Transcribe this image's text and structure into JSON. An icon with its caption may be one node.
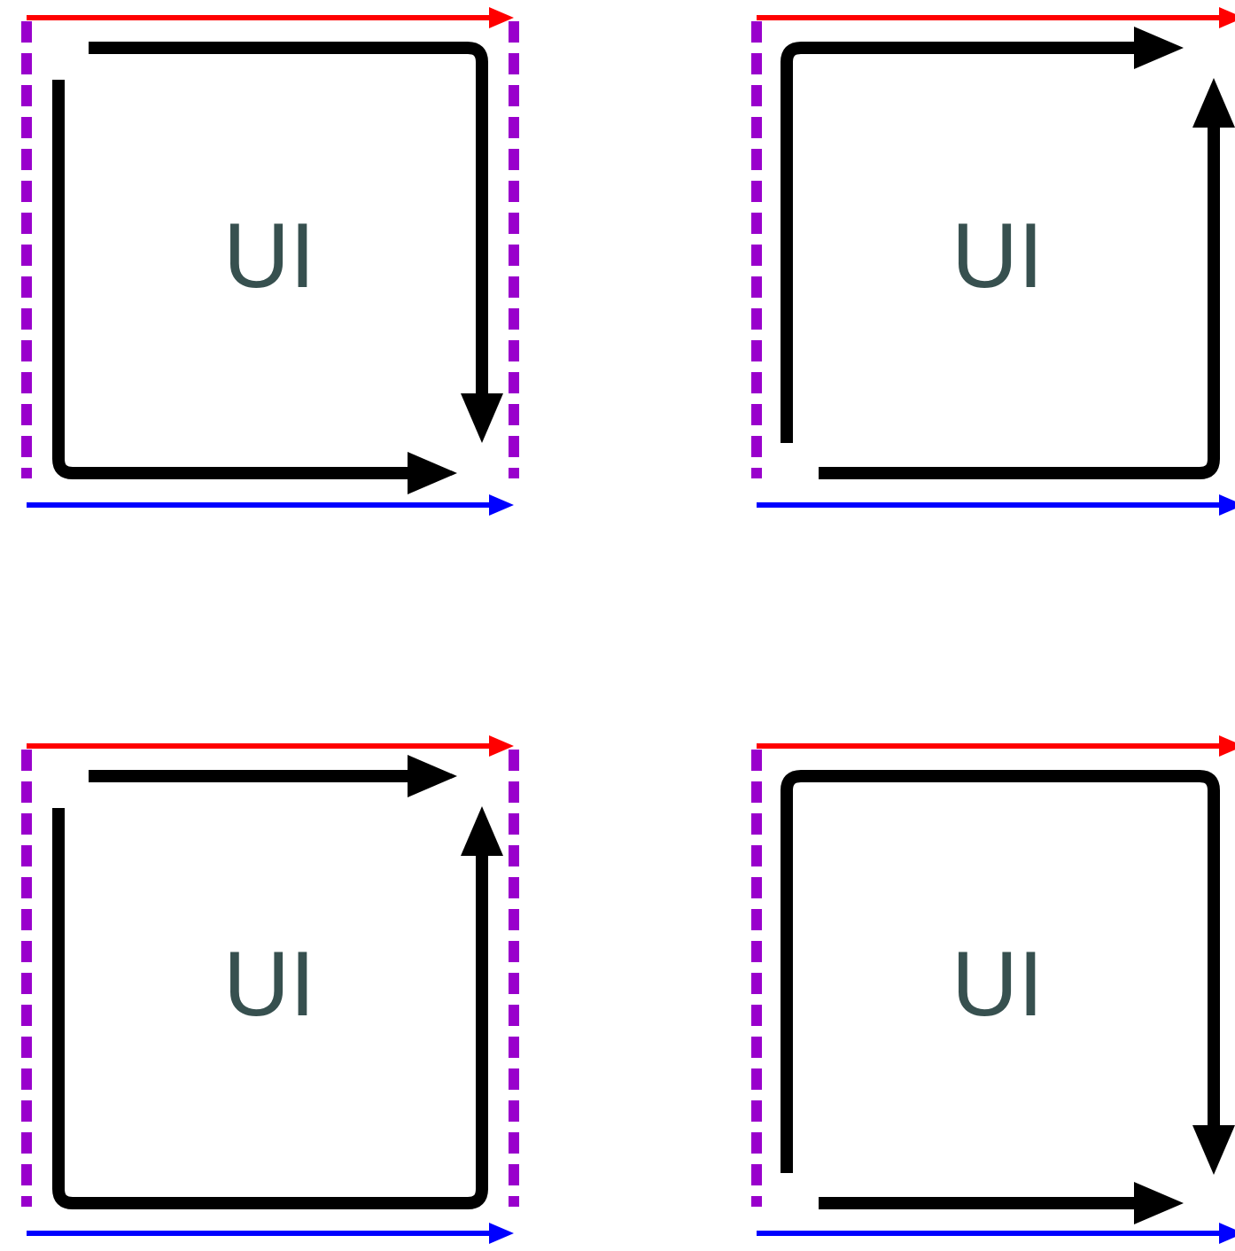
{
  "diagram": {
    "labels": [
      "UI",
      "UI",
      "UI",
      "UI"
    ]
  }
}
